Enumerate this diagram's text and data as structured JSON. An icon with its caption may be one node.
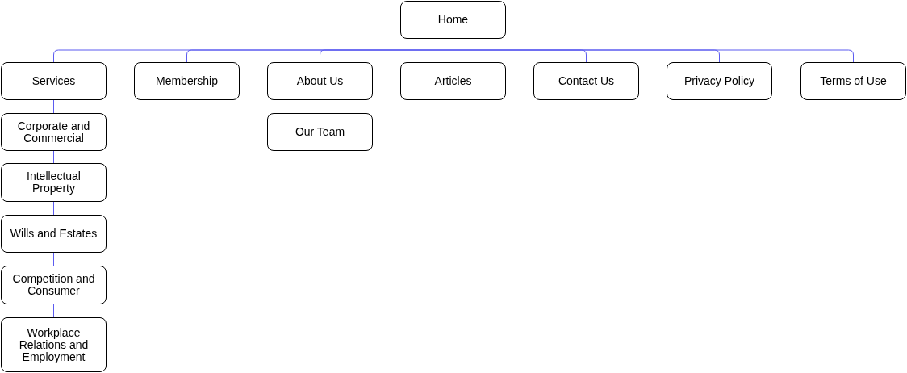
{
  "diagram": {
    "nodes": [
      {
        "text": [
          "Home"
        ]
      },
      {
        "text": [
          "Services"
        ]
      },
      {
        "text": [
          "Membership"
        ]
      },
      {
        "text": [
          "About Us"
        ]
      },
      {
        "text": [
          "Articles"
        ]
      },
      {
        "text": [
          "Contact Us"
        ]
      },
      {
        "text": [
          "Privacy Policy"
        ]
      },
      {
        "text": [
          "Terms of Use"
        ]
      },
      {
        "text": [
          "Corporate and Commercial"
        ]
      },
      {
        "text": [
          "Intellectual Property"
        ]
      },
      {
        "text": [
          "Wills and Estates"
        ]
      },
      {
        "text": [
          "Competition and Consumer"
        ]
      },
      {
        "text": [
          "Workplace Relations and Employment"
        ]
      },
      {
        "text": [
          "Our Team"
        ]
      }
    ],
    "edges": [
      {
        "from": 0,
        "to": 1,
        "arrow": "none"
      },
      {
        "from": 0,
        "to": 2,
        "arrow": "none"
      },
      {
        "from": 0,
        "to": 3,
        "arrow": "none"
      },
      {
        "from": 0,
        "to": 4,
        "arrow": "none"
      },
      {
        "from": 0,
        "to": 5,
        "arrow": "none"
      },
      {
        "from": 0,
        "to": 6,
        "arrow": "none"
      },
      {
        "from": 0,
        "to": 7,
        "arrow": "none"
      },
      {
        "from": 1,
        "to": 8,
        "arrow": "none"
      },
      {
        "from": 8,
        "to": 9,
        "arrow": "none"
      },
      {
        "from": 9,
        "to": 10,
        "arrow": "none"
      },
      {
        "from": 10,
        "to": 11,
        "arrow": "none"
      },
      {
        "from": 11,
        "to": 12,
        "arrow": "none"
      },
      {
        "from": 3,
        "to": 13,
        "arrow": "none"
      }
    ]
  }
}
